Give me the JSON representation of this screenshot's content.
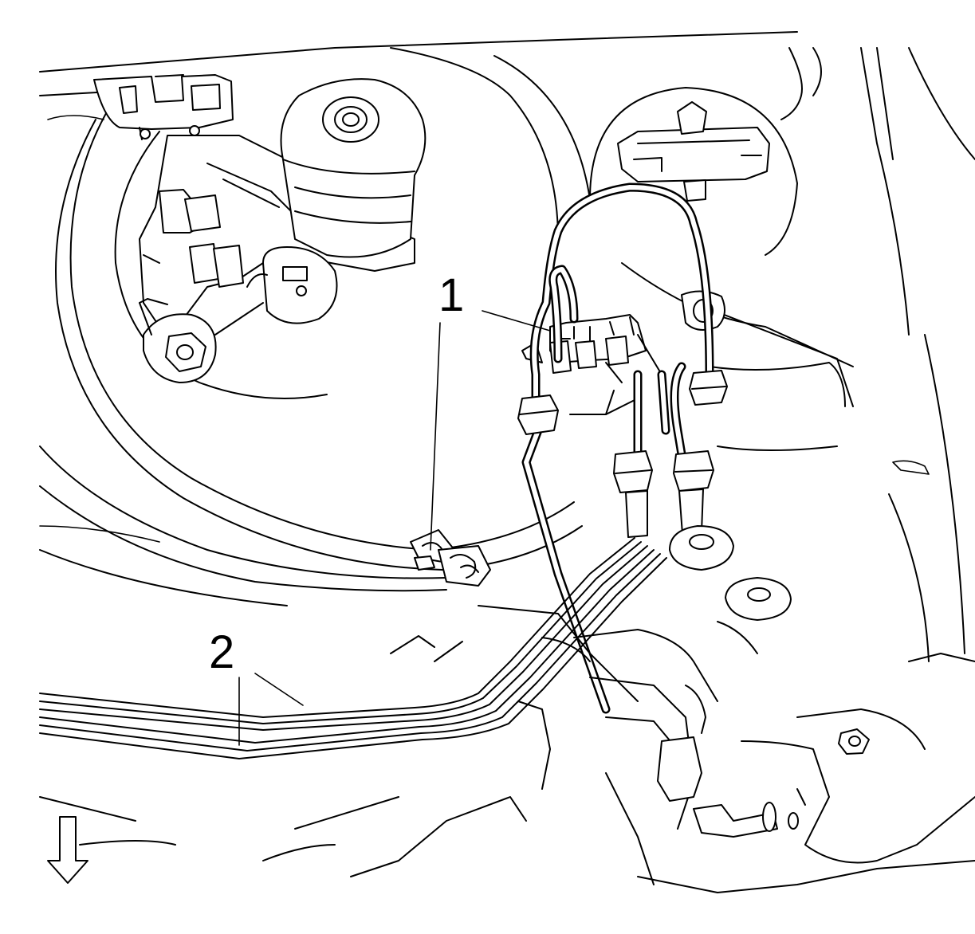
{
  "callouts": [
    {
      "id": "1",
      "label": "1"
    },
    {
      "id": "2",
      "label": "2"
    }
  ],
  "direction_indicator": {
    "icon": "arrow-down-icon"
  }
}
